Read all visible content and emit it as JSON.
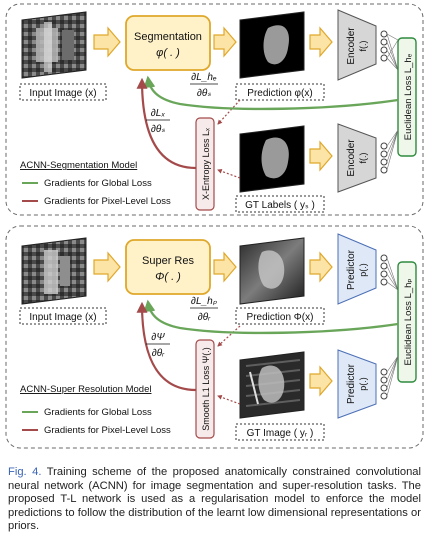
{
  "colors": {
    "panel_border": "#6a6a6a",
    "box_fill": "#fff2c9",
    "box_stroke": "#dfa82b",
    "arrow_fill": "#fce3a6",
    "arrow_stroke": "#dfa82b",
    "seg_encoder_fill": "#d6d6d6",
    "sr_predictor_fill": "#dfe8f7",
    "green": "#69a65a",
    "red": "#a44a4a",
    "euclid_stroke": "#2e8a3e",
    "caption_label": "#3a64b7"
  },
  "top_panel": {
    "model_name": "ACNN-Segmentation Model",
    "legend_global": "Gradients for Global Loss",
    "legend_pixel": "Gradients for Pixel-Level Loss",
    "input_label": "Input Image (x)",
    "center_box_title": "Segmentation",
    "center_box_symbol": "φ( . )",
    "prediction_label": "Prediction φ(x)",
    "gt_label": "GT Labels ( yₛ )",
    "encoder_top": "Encoder",
    "encoder_top_fn": "f(.)",
    "encoder_bottom": "Encoder",
    "encoder_bottom_fn": "f(.)",
    "side_loss_label": "Euclidean Loss L_hₑ",
    "pixel_loss_label": "X-Entropy Loss Lₓ",
    "grad_global_num": "∂L_hₑ",
    "grad_global_den": "∂θₛ",
    "grad_pixel_num": "∂Lₓ",
    "grad_pixel_den": "∂θₛ"
  },
  "bottom_panel": {
    "model_name": "ACNN-Super Resolution Model",
    "legend_global": "Gradients for Global Loss",
    "legend_pixel": "Gradients for Pixel-Level Loss",
    "input_label": "Input Image (x)",
    "center_box_title": "Super Res",
    "center_box_symbol": "Φ( . )",
    "prediction_label": "Prediction Φ(x)",
    "gt_label": "GT Image ( yᵣ )",
    "encoder_top": "Predictor",
    "encoder_top_fn": "p(.)",
    "encoder_bottom": "Predictor",
    "encoder_bottom_fn": "p(.)",
    "side_loss_label": "Euclidean Loss L_hₚ",
    "pixel_loss_label": "Smooth L1 Loss Ψ(.)",
    "grad_global_num": "∂L_hₚ",
    "grad_global_den": "∂θᵣ",
    "grad_pixel_num": "∂Ψ",
    "grad_pixel_den": "∂θᵣ"
  },
  "caption": {
    "label": "Fig. 4.",
    "text": "Training scheme of the proposed anatomically constrained convolutional neural network (ACNN) for image segmentation and super-resolution tasks. The proposed T-L network is used as a regularisation model to enforce the model predictions to follow the distribution of the learnt low dimensional representations or priors."
  }
}
